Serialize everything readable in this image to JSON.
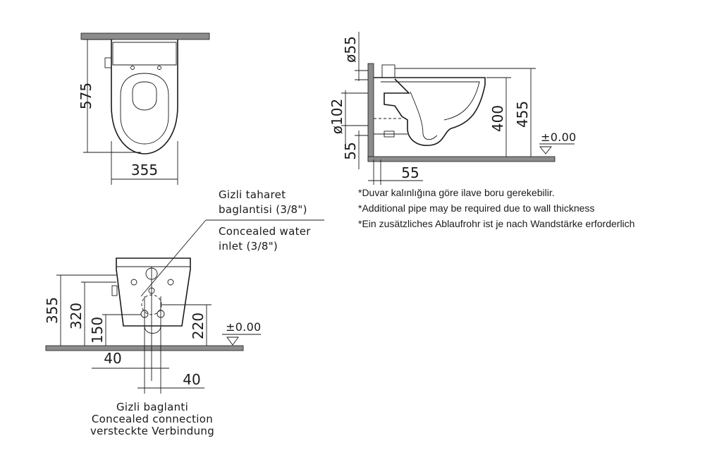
{
  "top_view": {
    "depth_label": "575",
    "width_label": "355"
  },
  "side_view": {
    "pipe_dia_label": "ø55",
    "waste_dia_label": "ø102",
    "floor_offset_label": "55",
    "wall_offset_label": "55",
    "height_400_label": "400",
    "height_455_label": "455",
    "level_label": "±0.00"
  },
  "inlet_callout": {
    "tr_line1": "Gizli  taharet",
    "tr_line2": "baglantisi  (3/8\")",
    "en_line1": "Concealed  water",
    "en_line2": "inlet  (3/8\")"
  },
  "notes": [
    "*Duvar kalınlığına göre ilave boru gerekebilir.",
    "*Additional pipe may be required due to wall thickness",
    "*Ein zusätzliches Ablaufrohr ist je nach Wandstärke erforderlich"
  ],
  "front_view": {
    "height_355_label": "355",
    "height_320_label": "320",
    "height_150_label": "150",
    "height_220_label": "220",
    "offset_left_label": "40",
    "offset_right_label": "40",
    "level_label": "±0.00"
  },
  "connection_callout": {
    "tr": "Gizli  baglanti",
    "en": "Concealed  connection",
    "de": "versteckte  Verbindung"
  },
  "colors": {
    "wall_fill": "#8c8c8c",
    "line": "#1a1a1a"
  }
}
